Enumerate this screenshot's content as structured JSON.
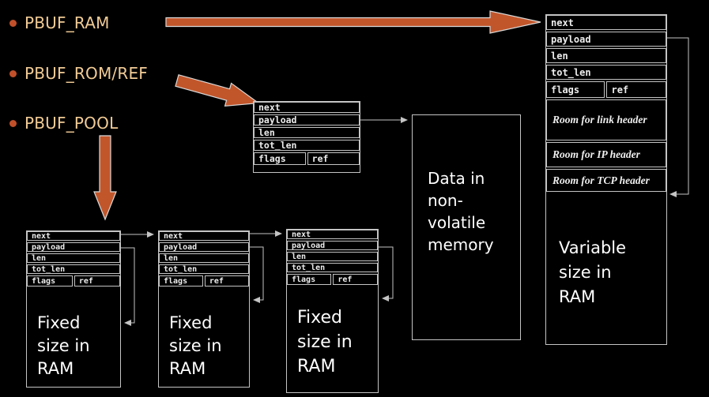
{
  "slide": {
    "bullets": [
      {
        "label": "PBUF_RAM"
      },
      {
        "label": "PBUF_ROM/REF"
      },
      {
        "label": "PBUF_POOL"
      }
    ]
  },
  "fields": {
    "next": "next",
    "payload": "payload",
    "len": "len",
    "tot_len": "tot_len",
    "flags": "flags",
    "ref": "ref"
  },
  "ram_struct": {
    "rooms": [
      "Room for link header",
      "Room for IP header",
      "Room for TCP header"
    ],
    "note": "Variable size in RAM"
  },
  "data_box": {
    "label": "Data in non-volatile memory"
  },
  "pool": {
    "note": "Fixed size in RAM"
  },
  "colors": {
    "background": "#000000",
    "bullet_text": "#f2cc96",
    "bullet_dot": "#c1502a",
    "arrow_fill": "#c1562b",
    "arrow_outline": "#d9d9d9",
    "box_border": "#c4c4c4",
    "label_text": "#ffffff"
  }
}
